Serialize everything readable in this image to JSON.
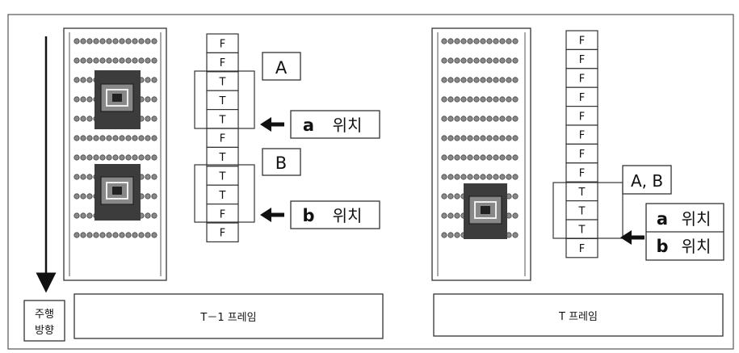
{
  "direction_label": [
    "주행",
    "방향"
  ],
  "left_panel": {
    "frame_label": "T－1 프레임",
    "frame_sequence": [
      "F",
      "F",
      "T",
      "T",
      "T",
      "F",
      "T",
      "T",
      "T",
      "F",
      "F"
    ],
    "group_labels": [
      "A",
      "B"
    ],
    "position_labels": [
      {
        "letter": "a",
        "text": "위치"
      },
      {
        "letter": "b",
        "text": "위치"
      }
    ]
  },
  "right_panel": {
    "frame_label": "T 프레임",
    "frame_sequence": [
      "F",
      "F",
      "F",
      "F",
      "F",
      "F",
      "F",
      "F",
      "T",
      "T",
      "T",
      "F"
    ],
    "group_label": "A, B",
    "position_labels": [
      {
        "letter": "a",
        "text": "위치"
      },
      {
        "letter": "b",
        "text": "위치"
      }
    ]
  },
  "colors": {
    "border": "#333333",
    "dot": "#7a7a7a",
    "dot_dark": "#2a2a2a",
    "vehicle": "#3c3c3c"
  }
}
